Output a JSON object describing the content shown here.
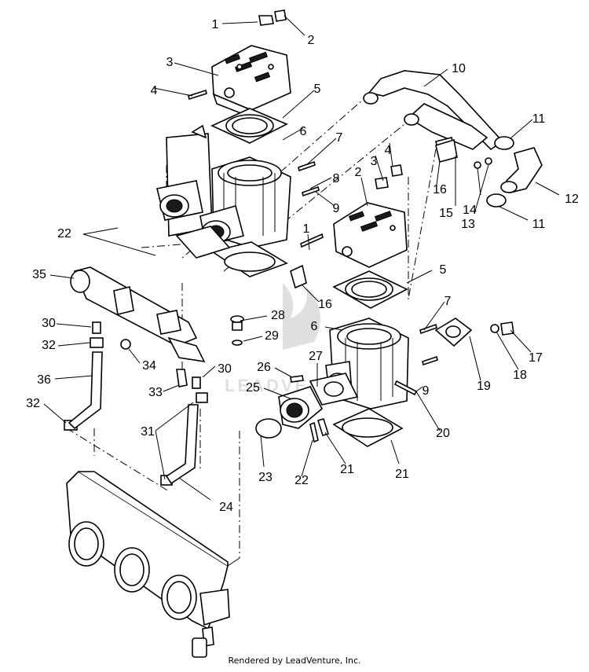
{
  "callouts": [
    "1",
    "2",
    "3",
    "4",
    "5",
    "6",
    "7",
    "8",
    "9",
    "10",
    "11",
    "11",
    "12",
    "13",
    "14",
    "15",
    "16",
    "2",
    "3",
    "4",
    "1",
    "5",
    "7",
    "6",
    "16",
    "22",
    "35",
    "28",
    "29",
    "30",
    "32",
    "34",
    "36",
    "30",
    "33",
    "26",
    "27",
    "25",
    "9",
    "19",
    "18",
    "17",
    "32",
    "20",
    "31",
    "24",
    "23",
    "22",
    "21"
  ],
  "watermark": "LEADVENTURE",
  "credit": "Rendered by LeadVenture, Inc."
}
